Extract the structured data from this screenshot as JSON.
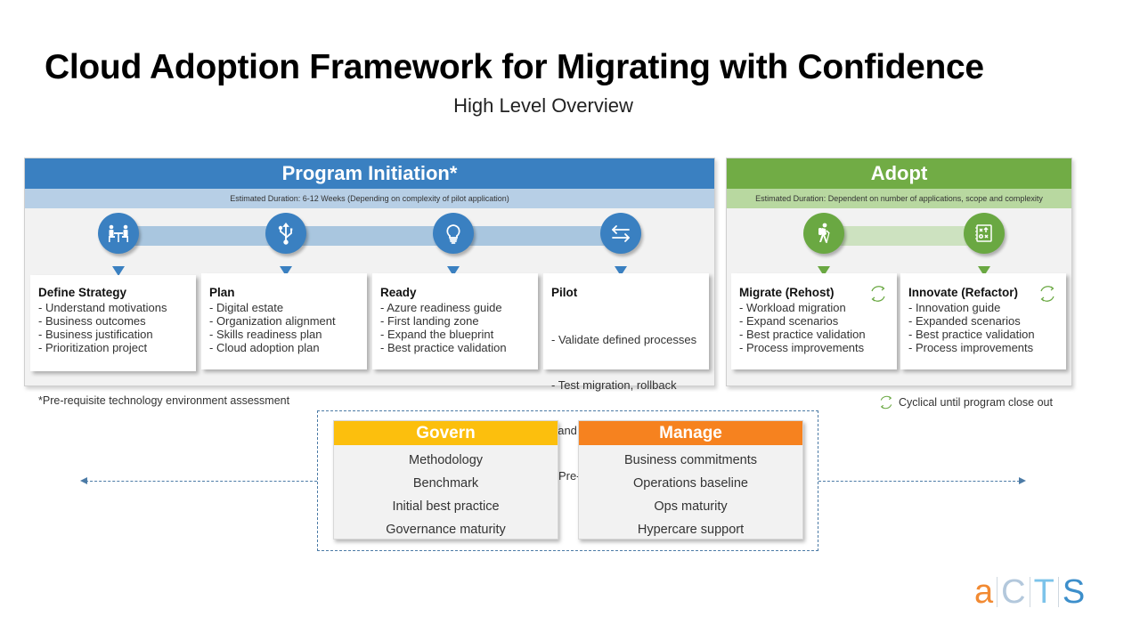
{
  "header": {
    "title": "Cloud Adoption Framework for Migrating with Confidence",
    "subtitle": "High Level Overview"
  },
  "program_initiation": {
    "title": "Program Initiation*",
    "duration": "Estimated Duration: 6-12 Weeks (Depending on complexity of pilot application)",
    "color": "#3a80c1",
    "phases": [
      {
        "icon": "meeting-icon",
        "title": "Define Strategy",
        "items": [
          "- Understand motivations",
          "- Business outcomes",
          "- Business justification",
          "- Prioritization project"
        ]
      },
      {
        "icon": "usb-icon",
        "title": "Plan",
        "items": [
          "- Digital estate",
          "- Organization alignment",
          "- Skills readiness plan",
          "- Cloud adoption plan"
        ]
      },
      {
        "icon": "lightbulb-icon",
        "title": "Ready",
        "items": [
          "- Azure readiness guide",
          "- First landing zone",
          "- Expand the blueprint",
          "- Best practice validation"
        ]
      },
      {
        "icon": "transfer-arrows-icon",
        "title": "Pilot",
        "items": [
          "- Validate defined processes",
          "- Test migration, rollback",
          "  and re-migration",
          "- Pre-provision resources"
        ]
      }
    ]
  },
  "adopt": {
    "title": "Adopt",
    "duration": "Estimated Duration: Dependent on number of applications, scope and complexity",
    "color": "#71ac45",
    "phases": [
      {
        "icon": "hiker-icon",
        "title": "Migrate (Rehost)",
        "cyclical": true,
        "items": [
          "- Workload migration",
          "- Expand scenarios",
          "- Best practice validation",
          "- Process improvements"
        ]
      },
      {
        "icon": "strategy-board-icon",
        "title": "Innovate (Refactor)",
        "cyclical": true,
        "items": [
          "- Innovation guide",
          "- Expanded scenarios",
          "- Best practice validation",
          "- Process improvements"
        ]
      }
    ]
  },
  "footnote": "*Pre-requisite technology environment assessment",
  "legend": {
    "icon": "cycle-icon",
    "label": "Cyclical until program close out"
  },
  "govern": {
    "title": "Govern",
    "color": "#fcbf0d",
    "items": [
      "Methodology",
      "Benchmark",
      "Initial best practice",
      "Governance maturity"
    ]
  },
  "manage": {
    "title": "Manage",
    "color": "#f6821f",
    "items": [
      "Business commitments",
      "Operations baseline",
      "Ops maturity",
      "Hypercare support"
    ]
  },
  "logo": {
    "letters": [
      "a",
      "C",
      "T",
      "S"
    ],
    "colors": [
      "#f28a32",
      "#b3c8dc",
      "#7cc3ea",
      "#3d8fcb"
    ]
  }
}
